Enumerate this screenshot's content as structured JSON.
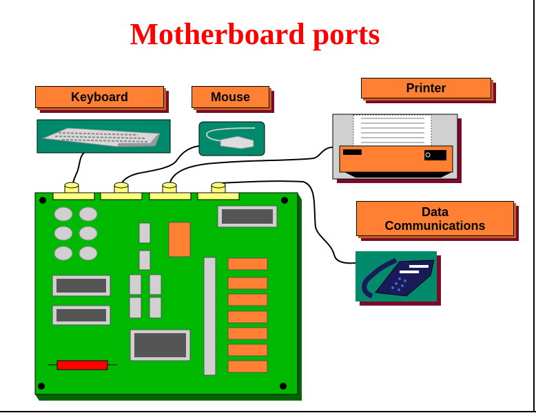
{
  "title": "Motherboard ports",
  "labels": {
    "keyboard": "Keyboard",
    "mouse": "Mouse",
    "printer": "Printer",
    "data_comm_line1": "Data",
    "data_comm_line2": "Communications"
  },
  "colors": {
    "title": "#ff0000",
    "label_fill": "#ff8033",
    "label_shadow": "#7a0a28",
    "board": "#00b800",
    "image_bg": "#008a6c",
    "connector": "#ffff80"
  }
}
